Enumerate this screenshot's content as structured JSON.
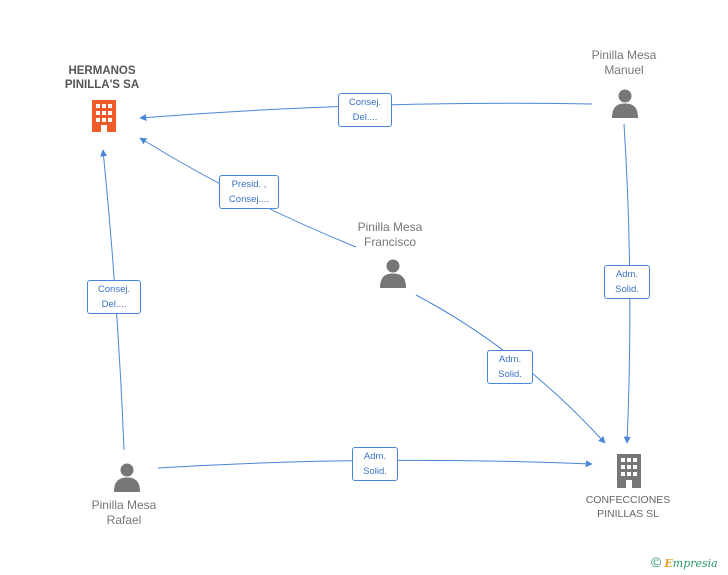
{
  "nodes": {
    "hermanos": {
      "line1": "HERMANOS",
      "line2": "PINILLA'S SA",
      "icon": "building-icon",
      "color": "#f05a28"
    },
    "manuel": {
      "line1": "Pinilla Mesa",
      "line2": "Manuel",
      "icon": "person-icon"
    },
    "francisco": {
      "line1": "Pinilla Mesa",
      "line2": "Francisco",
      "icon": "person-icon"
    },
    "rafael": {
      "line1": "Pinilla Mesa",
      "line2": "Rafael",
      "icon": "person-icon"
    },
    "confecciones": {
      "line1": "CONFECCIONES",
      "line2": "PINILLAS SL",
      "icon": "building-icon",
      "color": "#777777"
    }
  },
  "edges": {
    "manuel_hermanos": {
      "line1": "Consej.",
      "line2": "Del...."
    },
    "francisco_hermanos": {
      "line1": "Presid. ,",
      "line2": "Consej...."
    },
    "rafael_hermanos": {
      "line1": "Consej.",
      "line2": "Del...."
    },
    "manuel_confecciones": {
      "line1": "Adm.",
      "line2": "Solid."
    },
    "francisco_confecciones": {
      "line1": "Adm.",
      "line2": "Solid."
    },
    "rafael_confecciones": {
      "line1": "Adm.",
      "line2": "Solid."
    }
  },
  "colors": {
    "edge": "#4a86d8",
    "person": "#777777"
  },
  "footer": {
    "copyright": "©",
    "brand_initial": "E",
    "brand_rest": "mpresia"
  }
}
